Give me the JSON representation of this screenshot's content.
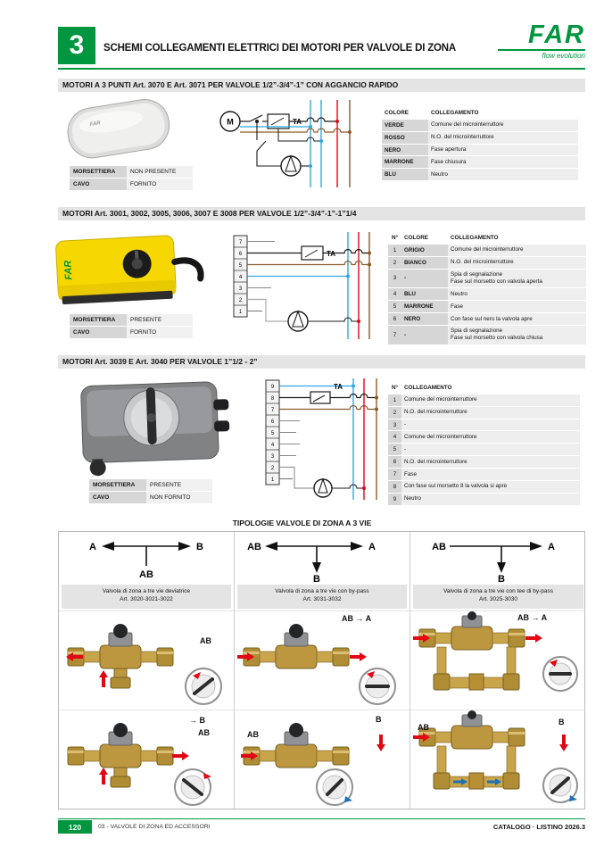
{
  "header": {
    "chapter": "3",
    "title": "SCHEMI COLLEGAMENTI ELETTRICI DEI MOTORI PER VALVOLE DI ZONA",
    "logo": "FAR",
    "tagline": "flow evolution"
  },
  "colors": {
    "brand_green": "#009640",
    "wire_red": "#e30613",
    "wire_blue": "#2da7df",
    "wire_brown": "#8b5a2b"
  },
  "sections": {
    "s1": {
      "title": "MOTORI A 3 PUNTI Art. 3070 E Art. 3071 PER VALVOLE 1/2”-3/4”-1” CON AGGANCIO RAPIDO",
      "diagram": {
        "motor": "M",
        "ta": "TA"
      },
      "mors": {
        "rows": [
          [
            "MORSETTIERA",
            "NON PRESENTE"
          ],
          [
            "CAVO",
            "FORNITO"
          ]
        ]
      },
      "table": {
        "h1": "COLORE",
        "h2": "COLLEGAMENTO",
        "rows": [
          {
            "c": "VERDE",
            "d": "Comune del microinterruttore"
          },
          {
            "c": "ROSSO",
            "d": "N.O. del microinterruttore"
          },
          {
            "c": "NERO",
            "d": "Fase apertura"
          },
          {
            "c": "MARRONE",
            "d": "Fase chiusura"
          },
          {
            "c": "BLU",
            "d": "Neutro"
          }
        ]
      }
    },
    "s2": {
      "title": "MOTORI Art. 3001, 3002, 3005, 3006, 3007 E 3008  PER VALVOLE 1/2”-3/4”-1”-1”1/4",
      "diagram": {
        "ta": "TA",
        "terminals": [
          "7",
          "6",
          "5",
          "4",
          "3",
          "2",
          "1"
        ]
      },
      "mors": {
        "rows": [
          [
            "MORSETTIERA",
            "PRESENTE"
          ],
          [
            "CAVO",
            "FORNITO"
          ]
        ]
      },
      "table": {
        "h0": "N°",
        "h1": "COLORE",
        "h2": "COLLEGAMENTO",
        "rows": [
          {
            "n": "1",
            "c": "GRIGIO",
            "d": "Comune del microinterruttore"
          },
          {
            "n": "2",
            "c": "BIANCO",
            "d": "N.O. del microinterruttore"
          },
          {
            "n": "3",
            "c": "-",
            "d": "Spia di segnalazione\nFase sul morsetto con valvola aperta"
          },
          {
            "n": "4",
            "c": "BLU",
            "d": "Neutro"
          },
          {
            "n": "5",
            "c": "MARRONE",
            "d": "Fase"
          },
          {
            "n": "6",
            "c": "NERO",
            "d": "Con fase sul nero la valvola apre"
          },
          {
            "n": "7",
            "c": "-",
            "d": "Spia di segnalazione\nFase sul morsetto con valvola chiusa"
          }
        ]
      }
    },
    "s3": {
      "title": "MOTORI Art. 3039 E Art. 3040 PER VALVOLE 1”1/2 - 2”",
      "diagram": {
        "ta": "TA",
        "terminals": [
          "9",
          "8",
          "7",
          "6",
          "5",
          "4",
          "3",
          "2",
          "1"
        ]
      },
      "mors": {
        "rows": [
          [
            "MORSETTIERA",
            "PRESENTE"
          ],
          [
            "CAVO",
            "NON FORNITO"
          ]
        ]
      },
      "table": {
        "h0": "N°",
        "h2": "COLLEGAMENTO",
        "rows": [
          {
            "n": "1",
            "d": "Comune del microinterruttore"
          },
          {
            "n": "2",
            "d": "N.O. del microinterruttore"
          },
          {
            "n": "3",
            "d": "-"
          },
          {
            "n": "4",
            "d": "Comune del microinterruttore"
          },
          {
            "n": "5",
            "d": "-"
          },
          {
            "n": "6",
            "d": "N.O. del microinterruttore"
          },
          {
            "n": "7",
            "d": "Fase"
          },
          {
            "n": "8",
            "d": "Con fase sul morsetto 8 la valvola si  apre"
          },
          {
            "n": "9",
            "d": "Neutro"
          }
        ]
      }
    }
  },
  "typologies": {
    "title": "TIPOLOGIE VALVOLE DI ZONA A 3 VIE",
    "cols": [
      {
        "arrow": {
          "left": "A",
          "right": "B",
          "bottom": "AB"
        },
        "header1": "Valvola di zona a tre vie deviatrice",
        "header2": "Art. 3020-3021-3022",
        "cell_top": {
          "l1": "AB"
        },
        "cell_bottom": {
          "l1": "→ B",
          "l2": "AB"
        }
      },
      {
        "arrow": {
          "left": "AB",
          "right": "A",
          "bottom": "B"
        },
        "header1": "Valvola di zona a tre vie con by-pass",
        "header2": "Art. 3031-3032",
        "cell_top": {
          "l1": "AB → A"
        },
        "cell_bottom": {
          "l1": "AB",
          "l2": "B"
        }
      },
      {
        "arrow": {
          "left": "AB",
          "right": "A",
          "bottom": "B"
        },
        "header1": "Valvola di zona a tre vie con tee di by-pass",
        "header2": "Art. 3025-3030",
        "cell_top": {
          "l1": "AB → A"
        },
        "cell_bottom": {
          "l1": "AB",
          "l2": "B"
        }
      }
    ]
  },
  "footer": {
    "page_number": "120",
    "section": "03 - VALVOLE DI ZONA ED ACCESSORI",
    "right": "CATALOGO · LISTINO 2026.3"
  }
}
